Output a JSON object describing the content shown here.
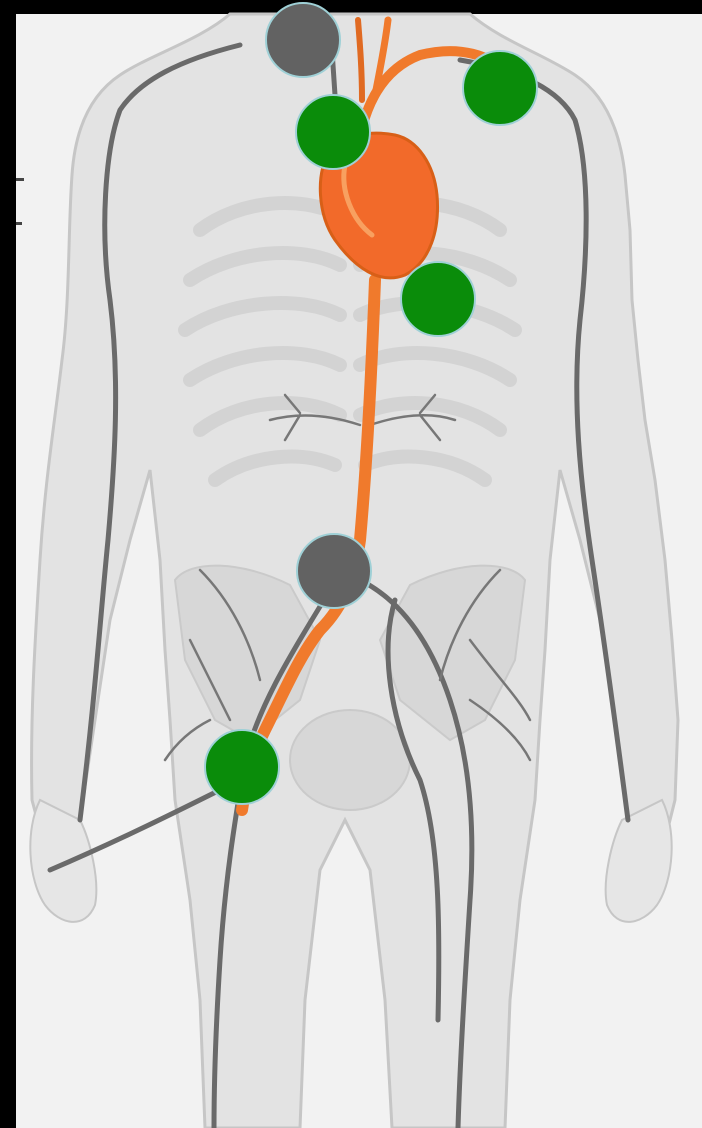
{
  "colors": {
    "frame": "#000000",
    "background": "#f2f2f2",
    "body_fill": "#e2e2e2",
    "body_outline": "#c4c4c4",
    "bone": "#d4d4d4",
    "artery": "#f07a2c",
    "artery_dark": "#d85f17",
    "heart": "#f26a2a",
    "vein": "#6d6d6d",
    "marker_active": "#0a8c0a",
    "marker_inactive": "#626262",
    "marker_stroke": "#9fd0d6"
  },
  "markers": [
    {
      "name": "marker-neck-top",
      "status": "inactive"
    },
    {
      "name": "marker-aortic-arch",
      "status": "active"
    },
    {
      "name": "marker-left-subclavian",
      "status": "active"
    },
    {
      "name": "marker-descending-aorta",
      "status": "active"
    },
    {
      "name": "marker-aortic-bifurcation",
      "status": "inactive"
    },
    {
      "name": "marker-right-femoral",
      "status": "active"
    }
  ]
}
